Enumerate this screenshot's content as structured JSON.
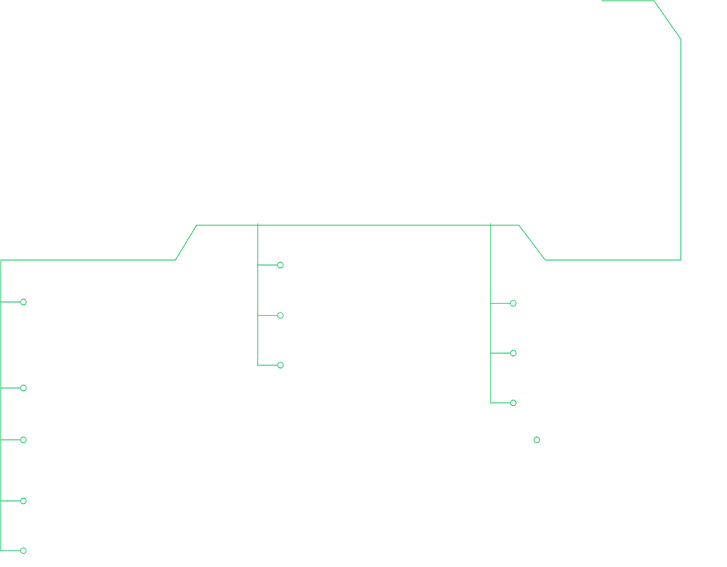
{
  "diagram": {
    "line_color": "#2ecc71",
    "background": "#ffffff",
    "trunk": {
      "name": "main-branch-line"
    },
    "branches": [
      {
        "name": "left-branch",
        "stub_count": 5
      },
      {
        "name": "center-branch",
        "stub_count": 3
      },
      {
        "name": "right-branch",
        "stub_count": 3
      }
    ],
    "free_nodes": 1
  }
}
